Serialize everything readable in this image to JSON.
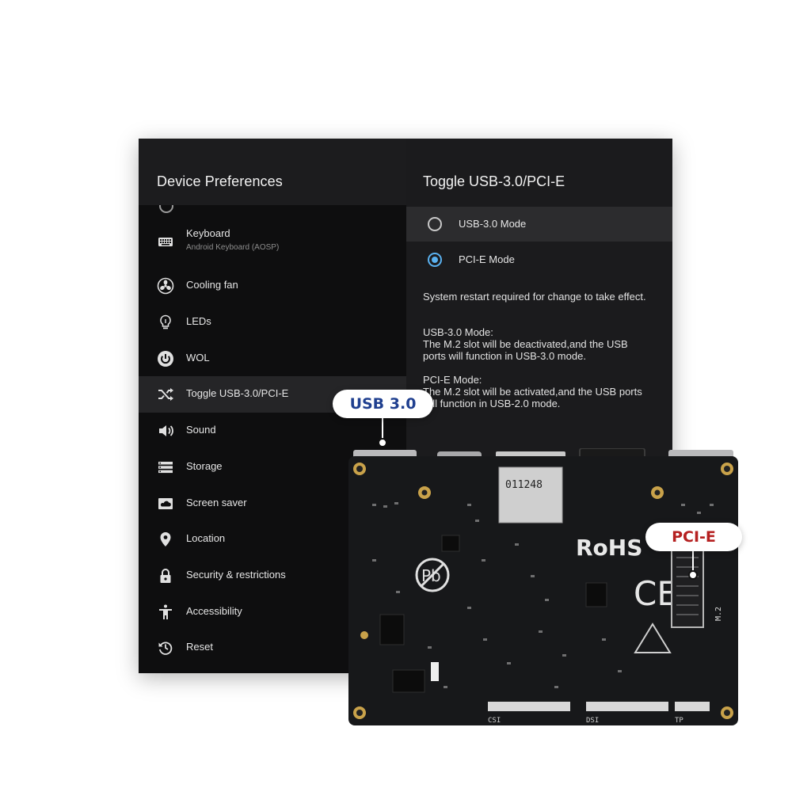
{
  "left_panel": {
    "title": "Device Preferences",
    "items": [
      {
        "label": "Keyboard",
        "sub": "Android Keyboard (AOSP)",
        "icon": "keyboard-icon"
      },
      {
        "label": "Cooling fan",
        "icon": "fan-icon"
      },
      {
        "label": "LEDs",
        "icon": "lightbulb-icon"
      },
      {
        "label": "WOL",
        "icon": "power-icon"
      },
      {
        "label": "Toggle USB-3.0/PCI-E",
        "icon": "shuffle-icon",
        "selected": true
      },
      {
        "label": "Sound",
        "icon": "speaker-icon"
      },
      {
        "label": "Storage",
        "icon": "storage-icon"
      },
      {
        "label": "Screen saver",
        "icon": "screensaver-icon"
      },
      {
        "label": "Location",
        "icon": "location-pin-icon"
      },
      {
        "label": "Security & restrictions",
        "icon": "lock-icon"
      },
      {
        "label": "Accessibility",
        "icon": "accessibility-icon"
      },
      {
        "label": "Reset",
        "icon": "reset-icon"
      }
    ]
  },
  "right_panel": {
    "title": "Toggle USB-3.0/PCI-E",
    "options": [
      {
        "label": "USB-3.0 Mode",
        "selected": false
      },
      {
        "label": "PCI-E Mode",
        "selected": true
      }
    ],
    "restart_note": "System restart required for change to take effect.",
    "usb_heading": "USB-3.0 Mode:",
    "usb_desc": "The M.2 slot will be deactivated,and the USB ports will function in USB-3.0 mode.",
    "pcie_heading": "PCI-E Mode:",
    "pcie_desc": "The M.2 slot will be activated,and the USB ports will function in USB-2.0 mode."
  },
  "board": {
    "usb_callout": "USB 3.0",
    "pcie_callout": "PCI-E",
    "silk": {
      "rohs": "RoHS",
      "pb": "Pb",
      "ce": "CE",
      "sd_code": "011248",
      "m2": "M.2",
      "csi": "CSI",
      "dsi": "DSI",
      "tp": "TP"
    }
  },
  "colors": {
    "accent": "#5ab1ef",
    "usb_callout": "#1f3f8f",
    "pcie_callout": "#b52020"
  }
}
